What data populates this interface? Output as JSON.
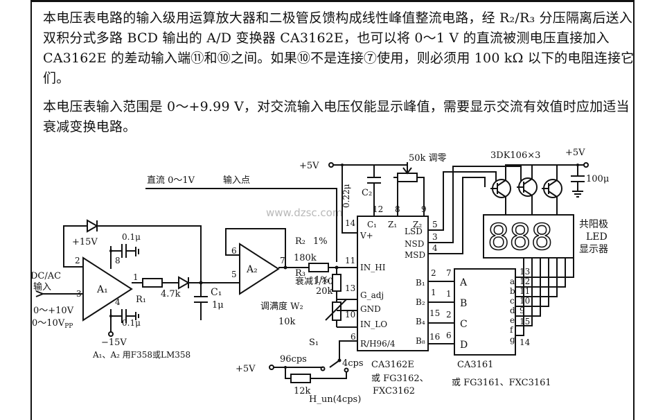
{
  "paragraphs": {
    "p1": "本电压表电路的输入级用运算放大器和二极管反馈构成线性峰值整流电路，经 R₂/R₃ 分压隔离后送入双积分式多路 BCD 输出的 A/D 变换器 CA3162E，也可以将 0～1 V 的直流被测电压直接加入 CA3162E 的差动输入端⑪和⑩之间。如果⑩不是连接⑦使用，则必须用 100 kΩ 以下的电阻连接它们。",
    "p2": "本电压表输入范围是 0～+9.99 V，对交流输入电压仅能显示峰值，需要显示交流有效值时应加适当衰减变换电路。"
  },
  "labels": {
    "plus5v_top": "+5V",
    "dc_input": "直流 0～1V",
    "input_point": "输入点",
    "c2_val": "0.22μ",
    "c2_name": "C₂",
    "zero_pot": "50k 调零",
    "tr_label": "3DK106×3",
    "plus5v_right": "+5V",
    "c_100u": "100μ",
    "led_label_1": "共阳极",
    "led_label_2": "LED",
    "led_label_3": "显示器",
    "attn": "衰减1/10",
    "r2": "R₂",
    "r2_tol": "1%",
    "r2_val": "180k",
    "r3": "R₃",
    "r3_tol": "1%",
    "r3_val": "20k",
    "full_scale": "调满度 W₂",
    "w2_val": "10k",
    "plus15v": "+15V",
    "minus15v": "−15V",
    "cap_01u_top": "0.1μ",
    "cap_01u_bot": "0.1μ",
    "dcac_1": "DC/AC",
    "dcac_2": "输入",
    "range_1": "0～+10V",
    "range_2": "0～10V",
    "range_2_sub": "PP",
    "a1": "A₁",
    "a2": "A₂",
    "r1": "R₁",
    "r1_val": "4.7k",
    "c1": "C₁",
    "c1_val": "1μ",
    "opamp_note": "A₁、A₂ 用F358或LM358",
    "s1": "S₁",
    "f96": "96cps",
    "f4": "4cps",
    "plus5v_bot": "+5V",
    "r12k": "12k",
    "hun": "H_un(4cps)",
    "chip1_name": "CA3162E",
    "chip1_alt1": "或 FG3162、",
    "chip1_alt2": "FXC3162",
    "chip2_name": "CA3161",
    "chip2_alt": "或 FG3161、FXC3161",
    "watermark": "www.dzsc.com"
  },
  "chip1_pins": {
    "c1": "C₁",
    "z1": "Z₁",
    "z2": "Z₂",
    "vplus": "V+",
    "lsd": "LSD",
    "nsd": "NSD",
    "msd": "MSD",
    "inhi": "IN_HI",
    "gadj": "G_adj",
    "gnd": "GND",
    "inlo": "IN_LO",
    "rh": "R/H96/4",
    "b1": "B₁",
    "b2": "B₂",
    "b4": "B₄",
    "b8": "B₈"
  },
  "chip2_pins": {
    "a": "A",
    "b": "B",
    "c": "C",
    "d": "D",
    "segs": [
      "a",
      "b",
      "c",
      "d",
      "e",
      "f",
      "g"
    ]
  },
  "display_digits": "888"
}
